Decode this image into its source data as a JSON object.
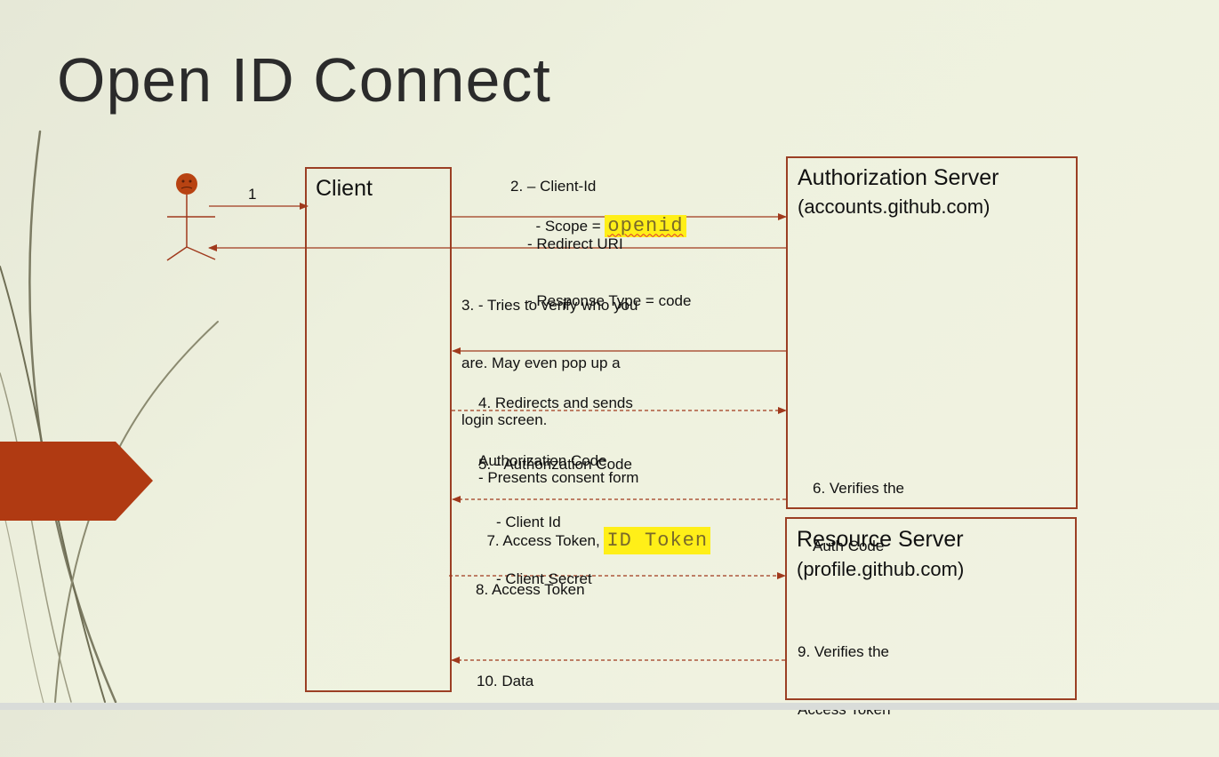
{
  "title": "Open ID Connect",
  "actor": {
    "arrow_label": "1"
  },
  "client": {
    "label": "Client"
  },
  "auth_server": {
    "title": "Authorization Server",
    "subtitle": "(accounts.github.com)"
  },
  "resource_server": {
    "title": "Resource Server",
    "subtitle": "(profile.github.com)"
  },
  "steps": {
    "s2": [
      "2. – Client-Id",
      "- Redirect URI",
      "- Response Type = code",
      "- Scope = "
    ],
    "s2_scope": "openid",
    "s3": [
      "3. - Tries to verify who you",
      "are. May even pop up a",
      "login screen.",
      "- Presents consent form"
    ],
    "s4": [
      "4. Redirects and sends",
      "Authorization Code"
    ],
    "s5": [
      "5. - Authorization Code",
      "- Client Id",
      "- Client Secret"
    ],
    "s6": [
      "6. Verifies the",
      "Auth Code"
    ],
    "s7": "7. Access Token, ",
    "s7_highlight": "ID Token",
    "s8": "8. Access Token",
    "s9": [
      "9. Verifies the",
      "Access Token"
    ],
    "s10": "10. Data"
  },
  "colors": {
    "accent": "#9b3f24",
    "arrow": "#a0391c",
    "highlight": "#ffef18",
    "ribbon": "#b03a12",
    "actor_head": "#b84312"
  }
}
